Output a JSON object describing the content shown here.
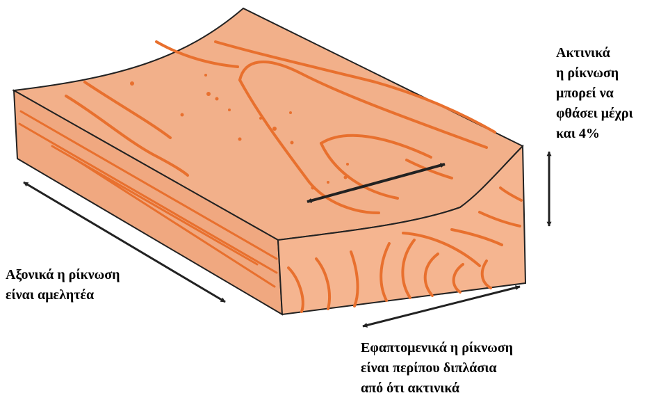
{
  "labels": {
    "radial": [
      "Ακτινικά",
      "η ρίκνωση",
      "μπορεί να",
      "φθάσει μέχρι",
      "και 4%"
    ],
    "axial": [
      "Αξονικά η ρίκνωση",
      "είναι αμελητέα"
    ],
    "tangential": [
      "Εφαπτομενικά η ρίκνωση",
      "είναι περίπου διπλάσια",
      "από ότι ακτινικά"
    ]
  },
  "colors": {
    "wood_fill": "#f2b08a",
    "wood_end_fill": "#f5b590",
    "grain": "#e8702e",
    "outline": "#222222",
    "arrow": "#222222",
    "text": "#000000"
  }
}
